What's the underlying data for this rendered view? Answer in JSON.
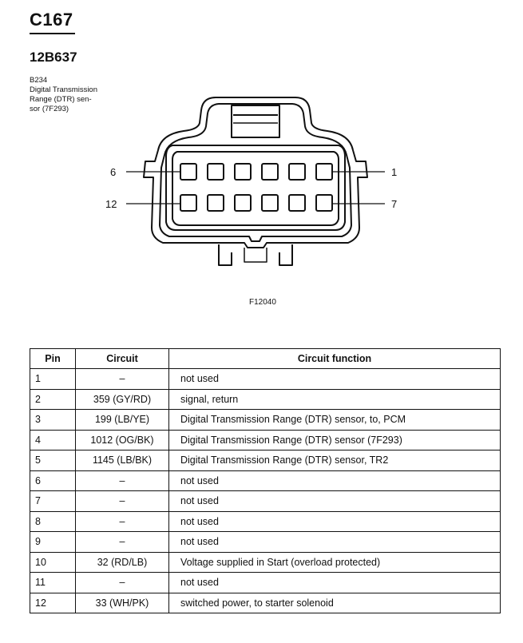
{
  "connector": {
    "id": "C167",
    "part_number": "12B637",
    "description_lines": [
      "B234",
      "Digital Transmission",
      "Range (DTR) sen-",
      "sor (7F293)"
    ],
    "figure_id": "F12040"
  },
  "diagram_labels": {
    "top_left": "6",
    "top_right": "1",
    "bottom_left": "12",
    "bottom_right": "7"
  },
  "table": {
    "headers": [
      "Pin",
      "Circuit",
      "Circuit function"
    ],
    "rows": [
      {
        "pin": "1",
        "circuit": "–",
        "function": "not used"
      },
      {
        "pin": "2",
        "circuit": "359 (GY/RD)",
        "function": "signal, return"
      },
      {
        "pin": "3",
        "circuit": "199 (LB/YE)",
        "function": "Digital Transmission Range (DTR) sensor, to, PCM"
      },
      {
        "pin": "4",
        "circuit": "1012 (OG/BK)",
        "function": "Digital Transmission Range (DTR) sensor (7F293)"
      },
      {
        "pin": "5",
        "circuit": "1145 (LB/BK)",
        "function": "Digital Transmission Range (DTR) sensor, TR2"
      },
      {
        "pin": "6",
        "circuit": "–",
        "function": "not used"
      },
      {
        "pin": "7",
        "circuit": "–",
        "function": "not used"
      },
      {
        "pin": "8",
        "circuit": "–",
        "function": "not used"
      },
      {
        "pin": "9",
        "circuit": "–",
        "function": "not used"
      },
      {
        "pin": "10",
        "circuit": "32 (RD/LB)",
        "function": "Voltage supplied in Start (overload protected)"
      },
      {
        "pin": "11",
        "circuit": "–",
        "function": "not used"
      },
      {
        "pin": "12",
        "circuit": "33 (WH/PK)",
        "function": "switched power, to starter solenoid"
      }
    ]
  }
}
